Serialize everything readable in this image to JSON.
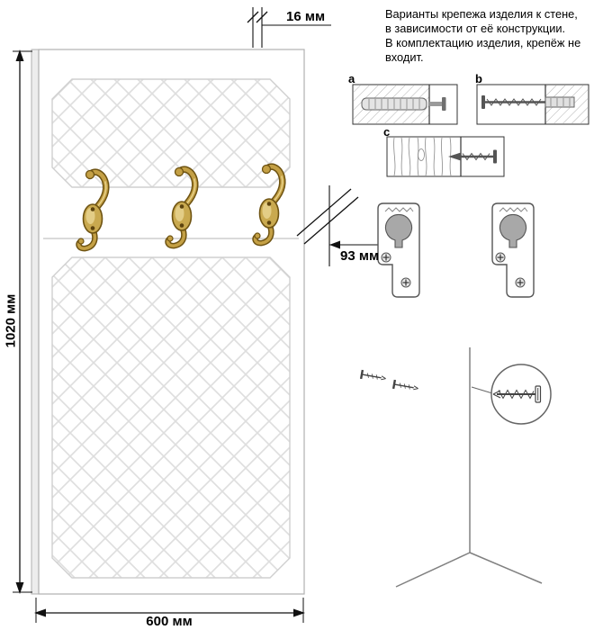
{
  "note": {
    "text": "Варианты крепежа изделия к стене,\nв зависимости от её конструкции.\nВ комплектацию изделия, крепёж не\nвходит."
  },
  "dimensions": {
    "height": "1020 мм",
    "width": "600 мм",
    "thickness": "16 мм",
    "hook_offset": "93 мм"
  },
  "fasteners": {
    "a": "a",
    "b": "b",
    "c": "c"
  },
  "colors": {
    "brass_dark": "#6e5312",
    "brass_mid": "#c4a045",
    "brass_light": "#e8d28a",
    "panel_outline": "#b0b0b0",
    "pattern_line": "#dedede",
    "dimension_line": "#111111",
    "metal_gray": "#a8a8a8"
  }
}
